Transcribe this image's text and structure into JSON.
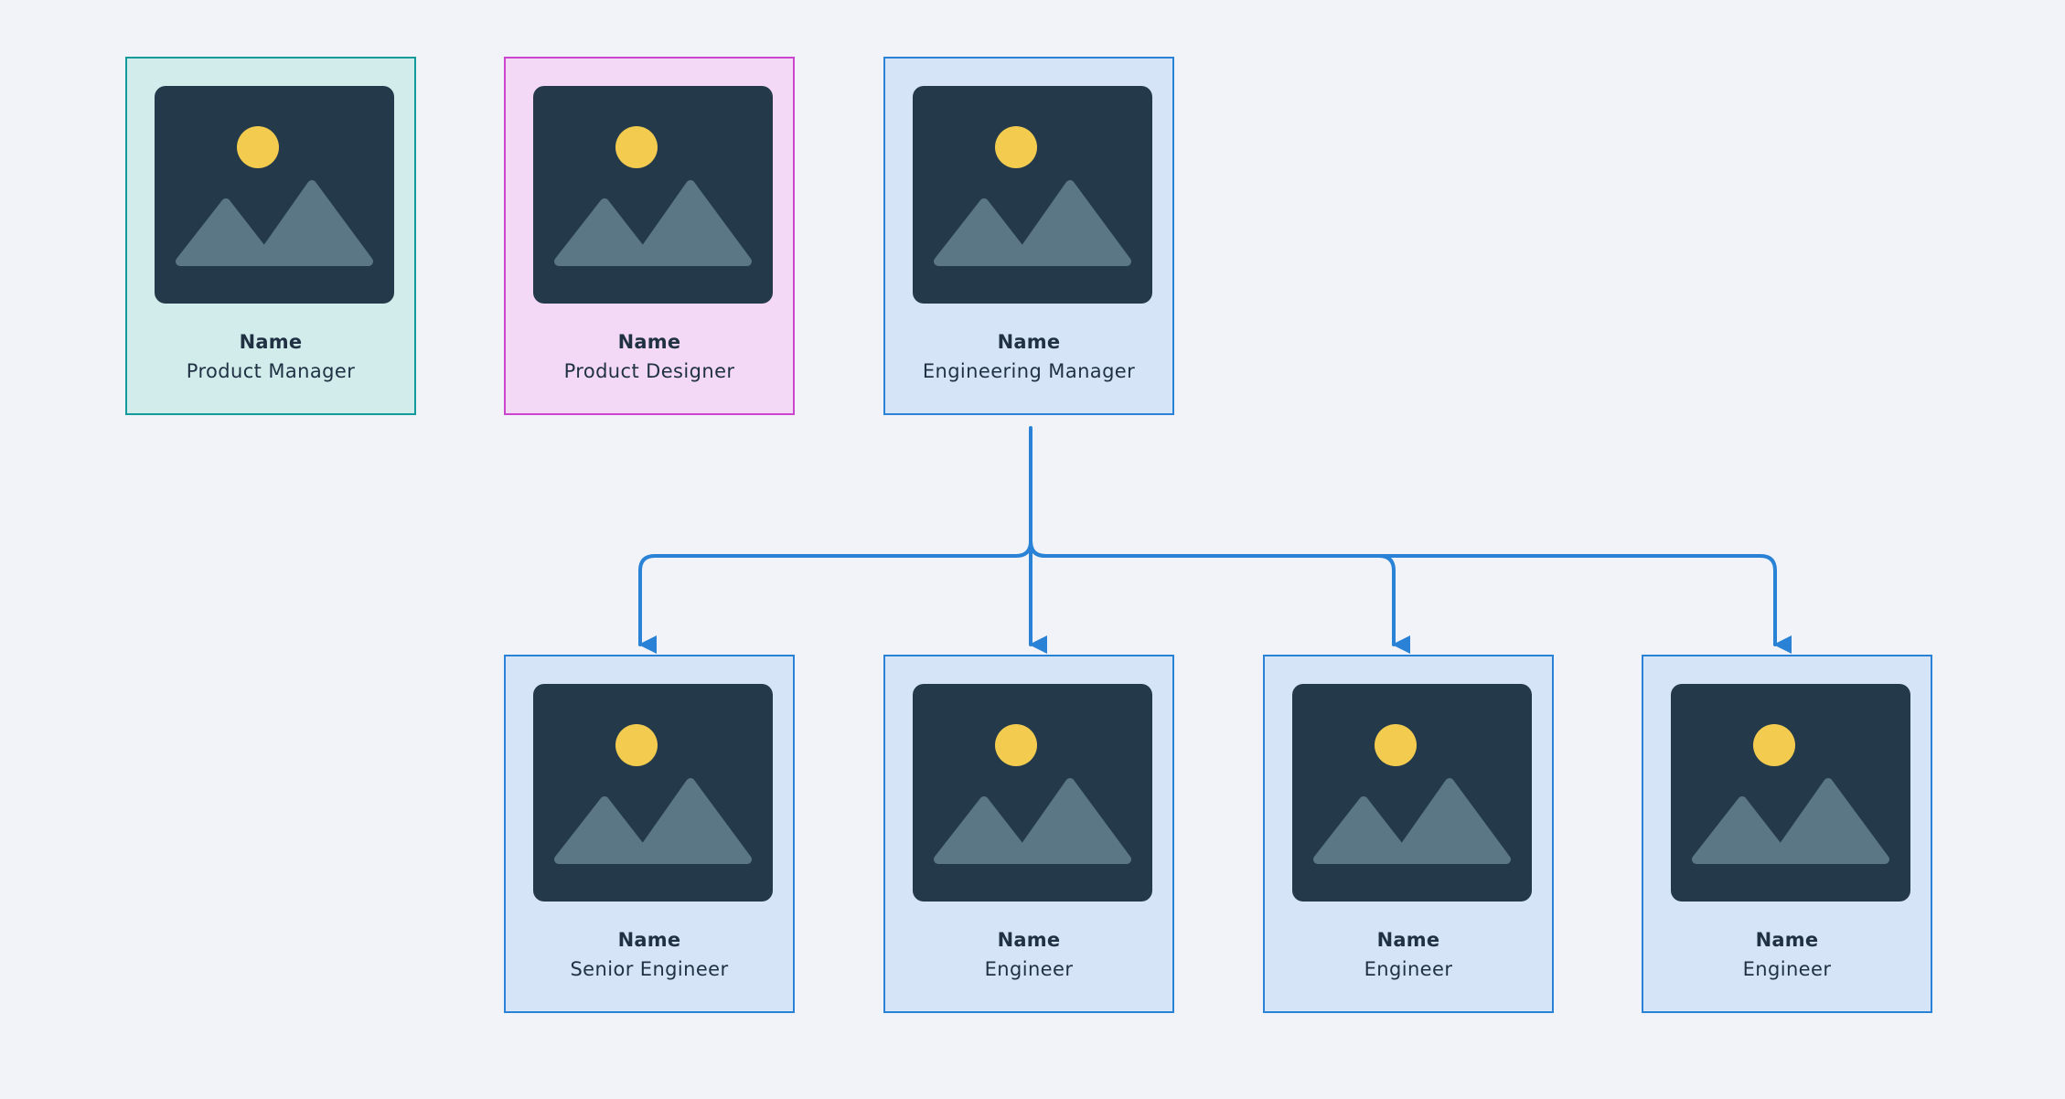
{
  "colors": {
    "background": "#f1f3f8",
    "connector": "#2a82d6",
    "photo_frame": "#243a4b",
    "mountain": "#5b7684",
    "sun": "#f3cb4f"
  },
  "placeholder_icon": "image-placeholder-icon",
  "cards": [
    {
      "id": "product-manager",
      "name": "Name",
      "role": "Product Manager",
      "theme": "teal"
    },
    {
      "id": "product-designer",
      "name": "Name",
      "role": "Product Designer",
      "theme": "pink"
    },
    {
      "id": "engineering-manager",
      "name": "Name",
      "role": "Engineering Manager",
      "theme": "blue"
    },
    {
      "id": "senior-engineer",
      "name": "Name",
      "role": "Senior Engineer",
      "theme": "blue"
    },
    {
      "id": "engineer-1",
      "name": "Name",
      "role": "Engineer",
      "theme": "blue"
    },
    {
      "id": "engineer-2",
      "name": "Name",
      "role": "Engineer",
      "theme": "blue"
    },
    {
      "id": "engineer-3",
      "name": "Name",
      "role": "Engineer",
      "theme": "blue"
    }
  ],
  "hierarchy": {
    "parent": "engineering-manager",
    "children": [
      "senior-engineer",
      "engineer-1",
      "engineer-2",
      "engineer-3"
    ]
  }
}
